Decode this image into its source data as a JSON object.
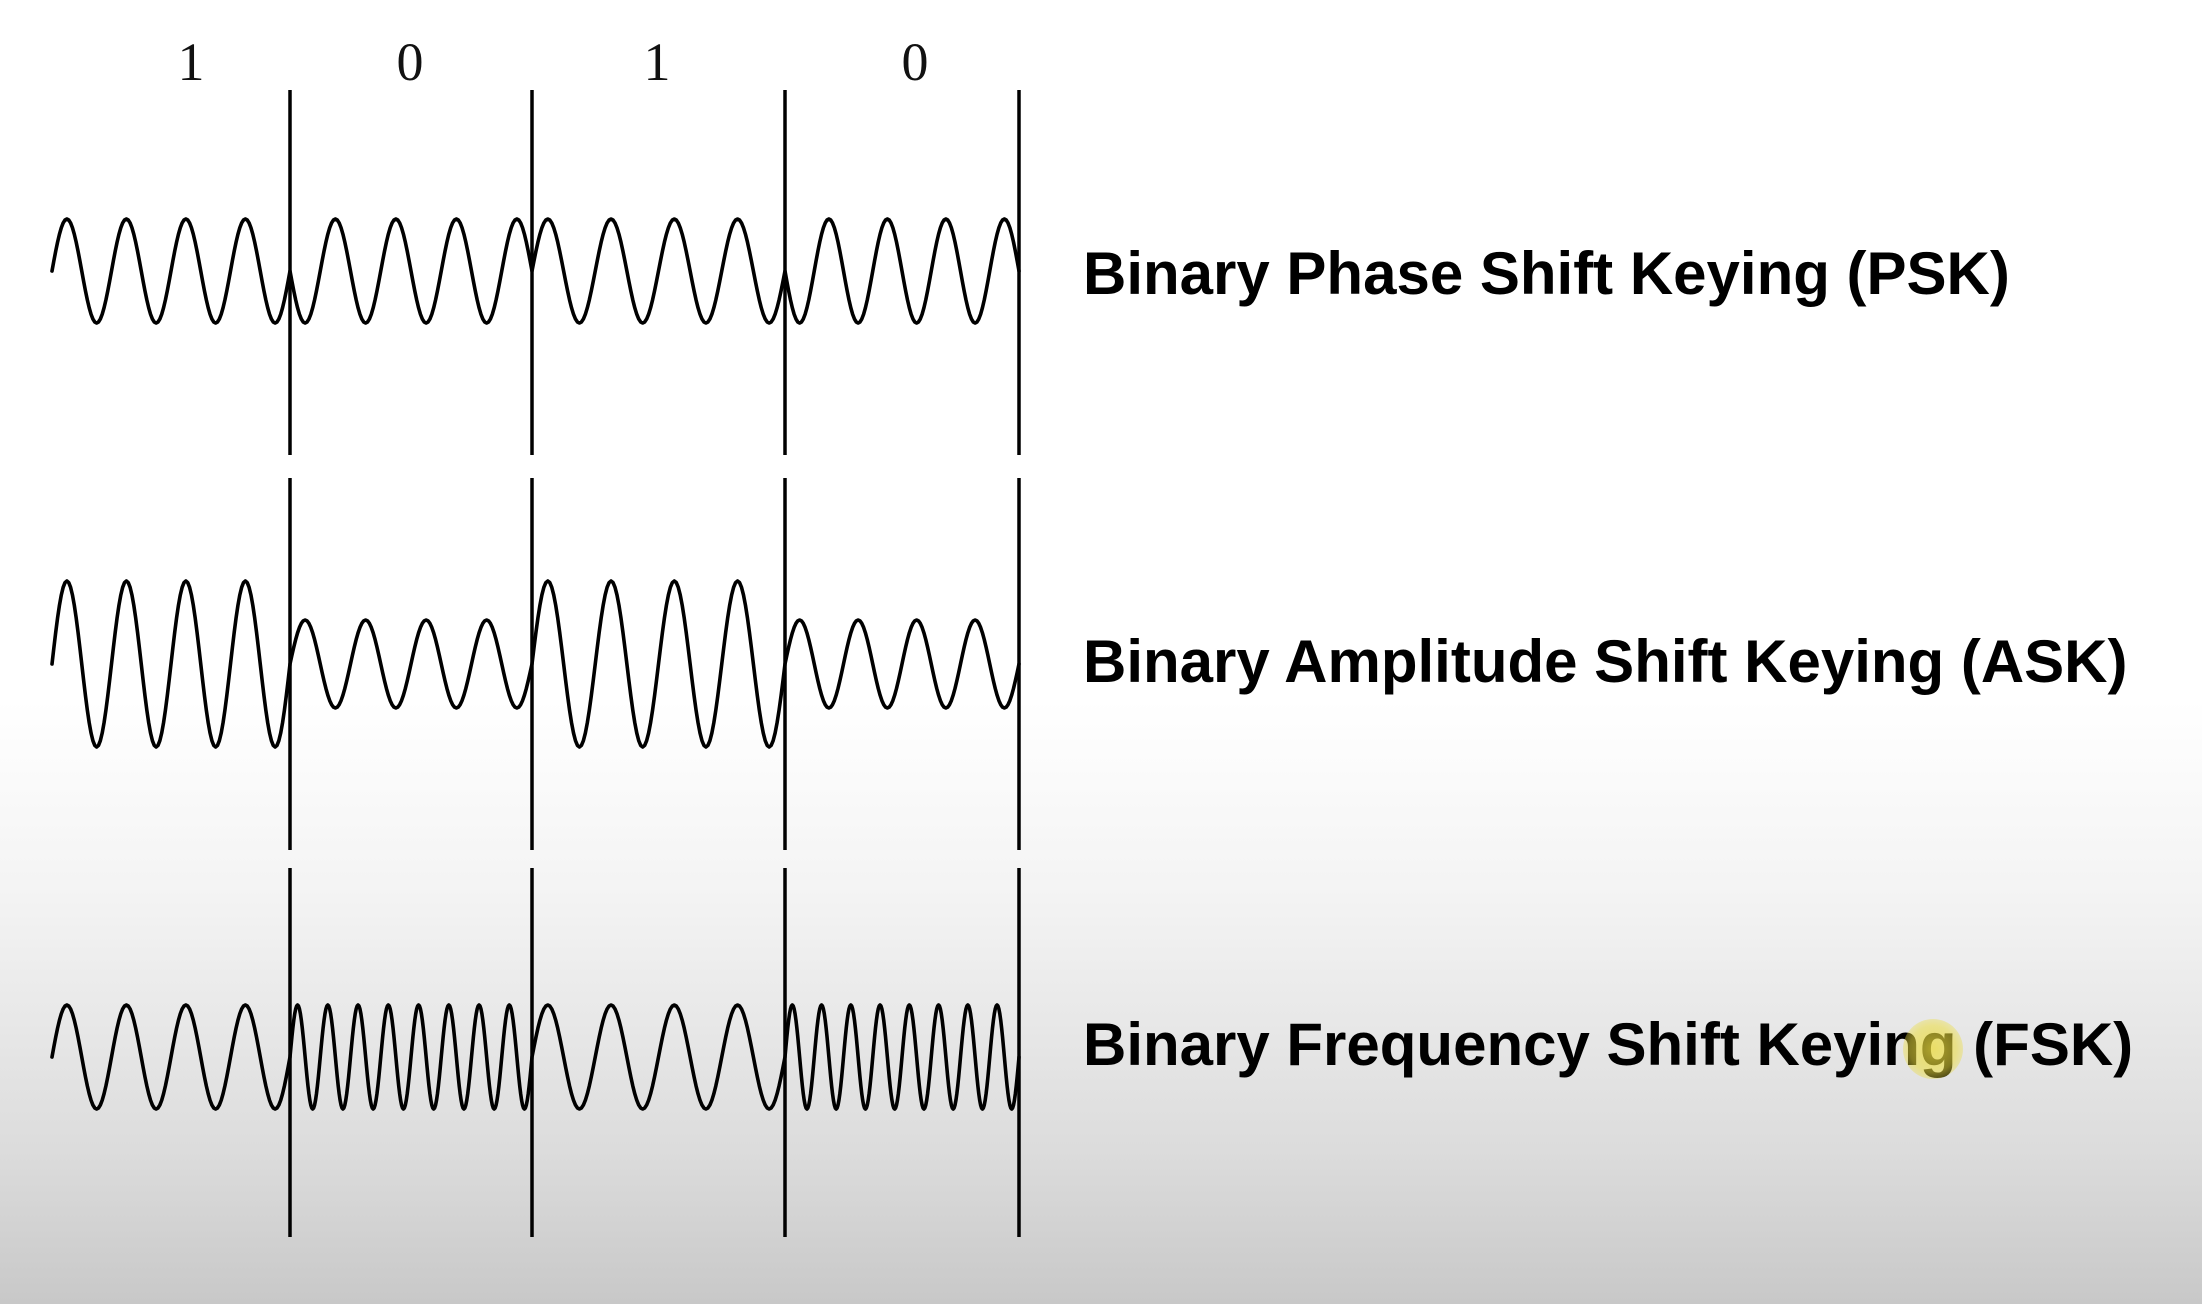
{
  "bits": [
    "1",
    "0",
    "1",
    "0"
  ],
  "modulations": [
    {
      "key": "psk",
      "label": "Binary Phase Shift Keying (PSK)"
    },
    {
      "key": "ask",
      "label": "Binary Amplitude Shift Keying (ASK)"
    },
    {
      "key": "fsk",
      "label": "Binary Frequency Shift Keying (FSK)"
    }
  ],
  "cursor": {
    "visible": true,
    "color": "#ebdc3c"
  }
}
